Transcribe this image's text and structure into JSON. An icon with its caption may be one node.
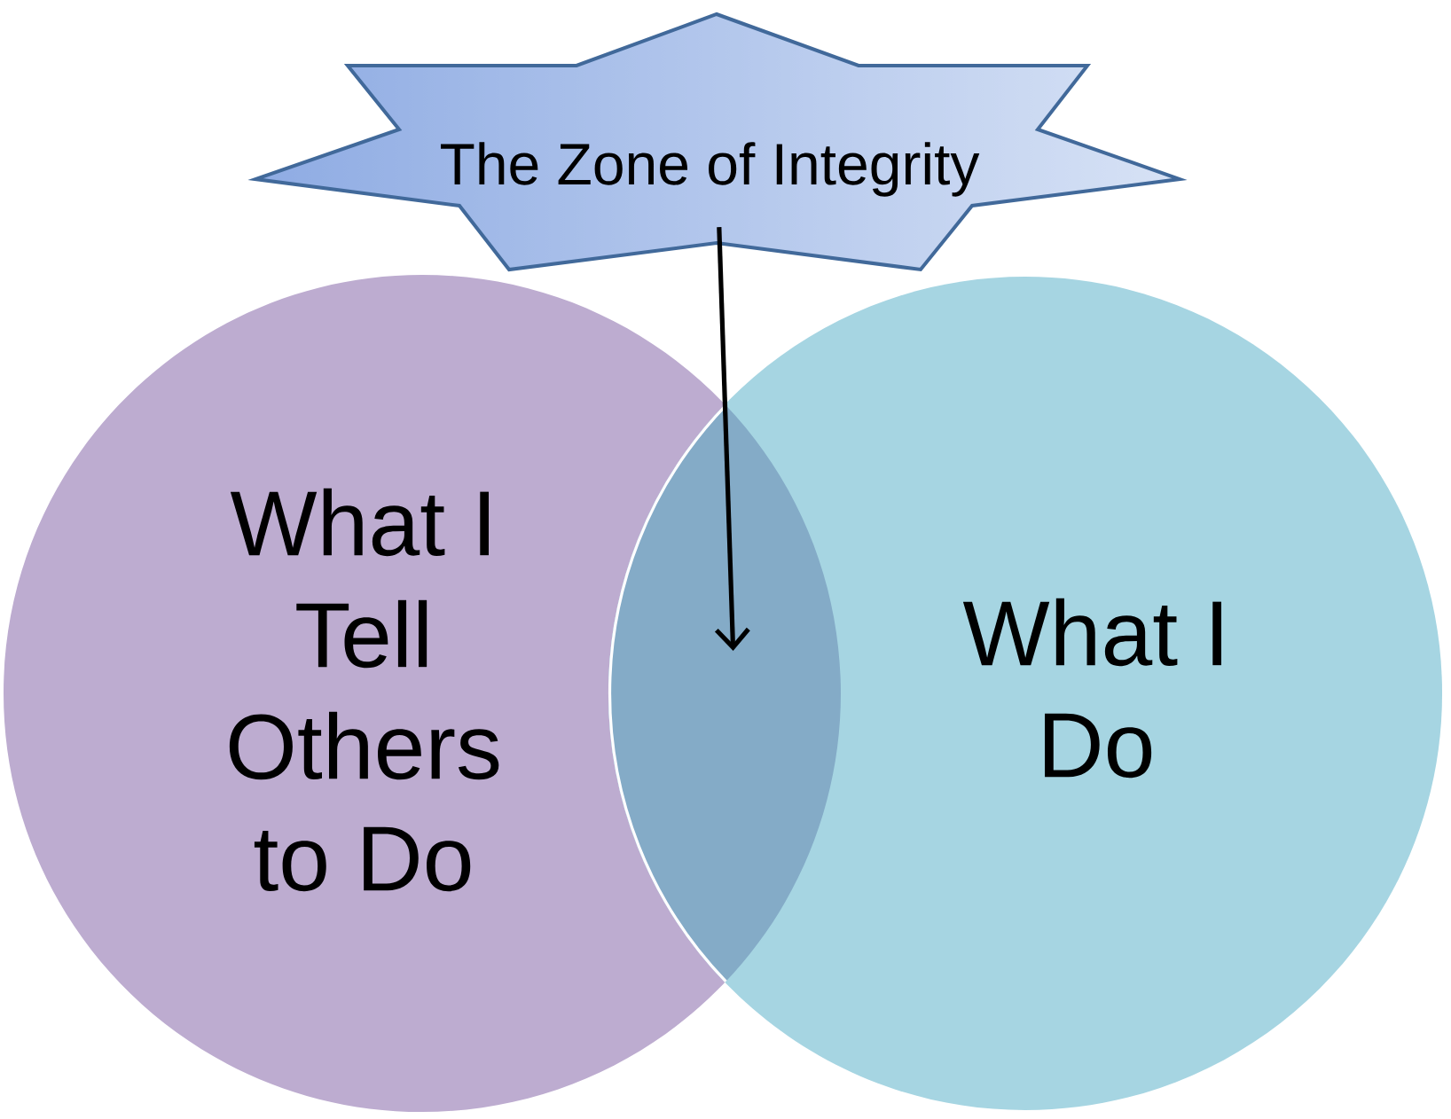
{
  "diagram": {
    "nodes": [
      {
        "text": [
          "The Zone of Integrity"
        ]
      },
      {
        "text": [
          "What I Tell Others to Do"
        ]
      },
      {
        "text": [
          "What I Do"
        ]
      },
      {
        "text": [],
        "shape": "lens",
        "in": 2
      }
    ],
    "edges": [
      {
        "from": 0,
        "to": 3,
        "arrow": "to"
      }
    ]
  }
}
